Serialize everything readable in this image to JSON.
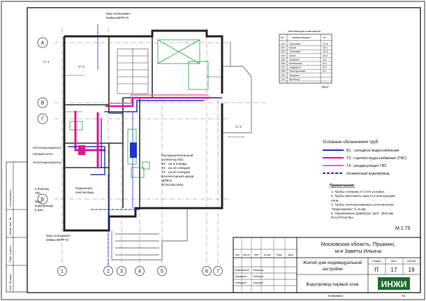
{
  "grid_axes": {
    "letters": [
      "А",
      "В",
      "Г",
      "Б"
    ],
    "numbers": [
      "1",
      "2",
      "3",
      "4",
      "5",
      "6",
      "7"
    ]
  },
  "annotations": {
    "valve_top": [
      "Кран полнокомпл",
      "Мейма ВЕРР-Ю"
    ],
    "valve_bottom": [
      "Кран полнокомпл",
      "Мейма ВЕРР-Ю"
    ],
    "riser_st1": [
      "Ст 1"
    ],
    "riser_st2": [
      "Ст 2"
    ],
    "riser_st3": [
      "Ст 3"
    ],
    "collector": [
      "Распределительный",
      "коллектор №1",
      "В1 - на 3 отвода",
      "Т3 - на 10 отводов",
      "Т4 - на 10 отводов",
      "Коллекторный шкаф",
      "ШРВ-5",
      "674х125х1044"
    ],
    "boiler": [
      "К бойлеру",
      "ГВС"
    ],
    "input": [
      "Ввод",
      "водопровода",
      "в дом"
    ],
    "cleaning": [
      "Подключить",
      "очистки воды"
    ],
    "left_labels": [
      "Полотенцесушитель",
      "Газовый котел",
      "Полотенцесушитель"
    ],
    "scale": "М 1:75"
  },
  "room_table": {
    "title": "Экспликация помещений",
    "headers": [
      "№",
      "Наименование",
      "Пл."
    ],
    "rows": [
      [
        "101",
        "Гостиная",
        "21,8"
      ],
      [
        "102",
        "Кухня",
        "16,1"
      ],
      [
        "103",
        "Гостевая",
        "10,3"
      ],
      [
        "104",
        "Холл",
        "20,0"
      ],
      [
        "105",
        "Санузел",
        "3,9"
      ],
      [
        "106",
        "Котельная",
        "5,4"
      ],
      [
        "107",
        "Гардероб",
        "5,4"
      ],
      [
        "108",
        "Постирочная",
        "6,1"
      ],
      [
        "109",
        "Терраса",
        ""
      ],
      [
        "110",
        "Крыльцо",
        ""
      ]
    ],
    "total": "126,4"
  },
  "legend": {
    "title": "Условные обозначения труб:",
    "items": [
      {
        "label": "В1 - холодное водоснабжение",
        "color": "#2233cc",
        "style": "solid"
      },
      {
        "label": "Т3 - горячее водоснабжение (ГВС)",
        "color": "#e0139a",
        "style": "solid"
      },
      {
        "label": "Т4 - рециркуляция ГВС",
        "color": "#e36bb5",
        "style": "solid"
      },
      {
        "label": "поливочный водопровод",
        "color": "#2233cc",
        "style": "dashed"
      }
    ]
  },
  "notes": {
    "title": "Примечания:",
    "lines": [
      "1. Трубы стояковы от стен условно.",
      "2. Трубы проложить скрыто в конструкции",
      "пола.",
      "3. Трубы теплоизолировать утеплителем",
      "\"Энергофлекс\" б=9 мм.",
      "4. Неуказанные диаметры труб - Ø16 мм",
      "RAUTITAN flex."
    ]
  },
  "title_block": {
    "address": [
      "Московская область, Пушкино,",
      "м-н Заветы Ильича"
    ],
    "project": [
      "Жилой дом индивидуальной",
      "застройки"
    ],
    "sheet_name": "Водопровод первый этаж",
    "headers": [
      "Стадия",
      "Лист",
      "Листов"
    ],
    "stage": "П",
    "sheet": "17",
    "sheets": "19",
    "company": "ИНЖИ",
    "changes_header": [
      "Изм.",
      "Кол.уч.",
      "Лист",
      "№ док.",
      "Подп.",
      "Дата"
    ],
    "roles": [
      {
        "role": "Разработал",
        "name": "Поляков"
      },
      {
        "role": "Проверил",
        "name": "Поляков"
      },
      {
        "role": "Утвердил",
        "name": "Харьков"
      }
    ],
    "format": "А3",
    "copied": "Копировал"
  },
  "side_stamp": [
    "Согласовано",
    "Взам. инв. №",
    "Подп. и дата",
    "Инв. № подл."
  ]
}
